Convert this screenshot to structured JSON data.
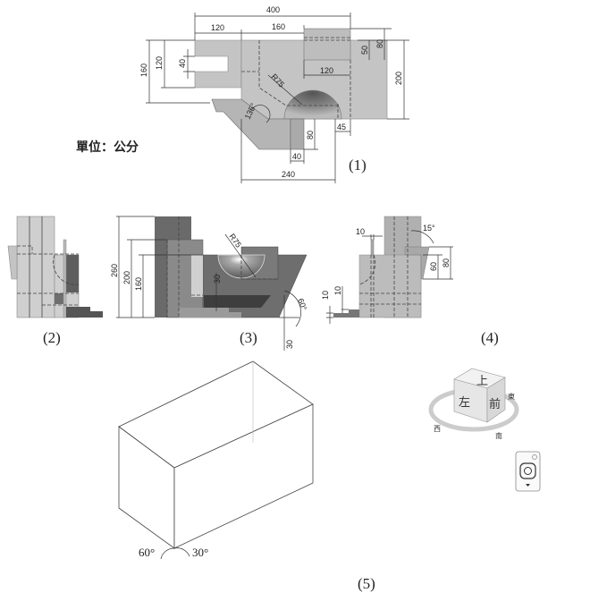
{
  "unit_label": "單位：公分",
  "views": {
    "v1": {
      "caption": "(1)",
      "dims": {
        "d400": "400",
        "d120a": "120",
        "d160a": "160",
        "d50": "50",
        "d80a": "80",
        "d200": "200",
        "d120b": "120",
        "d160b": "160",
        "d120c": "120",
        "d40a": "40",
        "r75": "R75",
        "a135": "135°",
        "d80b": "80",
        "d45": "45",
        "d40b": "40",
        "d240": "240"
      }
    },
    "v2": {
      "caption": "(2)"
    },
    "v3": {
      "caption": "(3)",
      "dims": {
        "d260": "260",
        "d200": "200",
        "d160": "160",
        "r75": "R75",
        "d30a": "30",
        "a60": "60°",
        "d30b": "30"
      }
    },
    "v4": {
      "caption": "(4)",
      "dims": {
        "d10a": "10",
        "a15": "15°",
        "d60": "60",
        "d80": "80",
        "d10b": "10",
        "d10c": "10"
      }
    },
    "v5": {
      "caption": "(5)",
      "angle_left": "60°",
      "angle_right": "30°"
    }
  },
  "view_cube": {
    "top": "上",
    "left": "左",
    "front": "前",
    "compass_east": "東",
    "compass_west": "西",
    "compass_south": "南"
  },
  "colors": {
    "light": "#c8c8c8",
    "mid": "#9a9a9a",
    "dark": "#5e5e5e"
  }
}
